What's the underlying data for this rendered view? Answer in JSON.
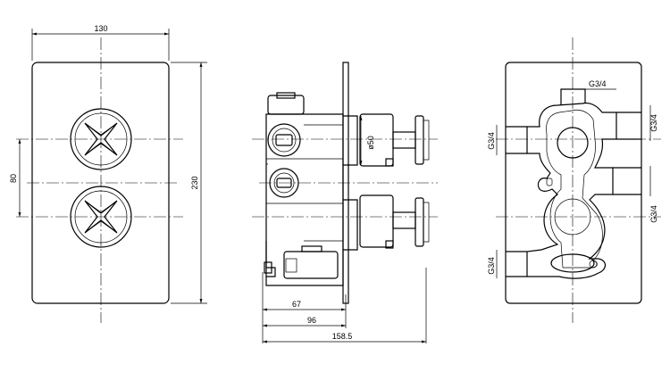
{
  "dimensions": {
    "front_width": "130",
    "center_spacing": "80",
    "front_height": "230",
    "handle_diameter": "ø50",
    "depth_67": "67",
    "depth_96": "96",
    "depth_total": "158.5"
  },
  "thread_labels": {
    "top": "G3/4",
    "left_upper": "G3/4",
    "right_upper": "G3/4",
    "right_lower": "G3/4",
    "left_lower": "G3/4"
  }
}
